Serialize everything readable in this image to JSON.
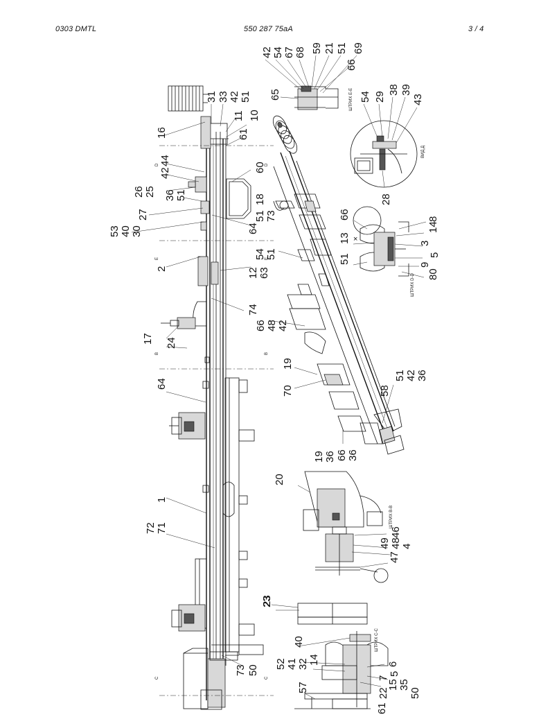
{
  "header": {
    "left": "0303 DMTL",
    "center": "550 287 75aA",
    "right": "3 /   4"
  },
  "main_view": {
    "labels": [
      "16",
      "31",
      "33",
      "42",
      "51",
      "11",
      "10",
      "61",
      "44",
      "42",
      "26",
      "25",
      "36",
      "51",
      "27",
      "53",
      "40",
      "30",
      "60",
      "51",
      "18",
      "73",
      "64",
      "2",
      "54",
      "51",
      "12",
      "63",
      "74",
      "17",
      "24",
      "66",
      "48",
      "42",
      "19",
      "70",
      "64",
      "1",
      "72",
      "71",
      "23",
      "73",
      "50"
    ],
    "section_marks": [
      "D",
      "D",
      "E",
      "E",
      "B",
      "B",
      "C",
      "C"
    ]
  },
  "views": {
    "e": {
      "caption": "ШТРИХ Е-Е",
      "labels": [
        "42",
        "54",
        "67",
        "68",
        "59",
        "21",
        "51",
        "66",
        "69",
        "65"
      ]
    },
    "d_detail": {
      "caption": "ВИД Д",
      "labels": [
        "54",
        "29",
        "38",
        "39",
        "43",
        "28"
      ]
    },
    "d": {
      "caption": "ШТРИХ D-D",
      "labels": [
        "66",
        "8",
        "14",
        "13",
        "3",
        "51",
        "5",
        "9",
        "80"
      ]
    },
    "iso": {
      "labels": [
        "51",
        "42",
        "36",
        "58",
        "66",
        "36"
      ]
    },
    "b": {
      "caption": "ШТРИХ В-В",
      "labels": [
        "20",
        "46",
        "49",
        "48",
        "4",
        "47"
      ]
    },
    "c": {
      "caption": "ШТРИХ С-С",
      "labels": [
        "23",
        "40",
        "52",
        "41",
        "32",
        "14",
        "6",
        "7",
        "5",
        "15",
        "35",
        "22",
        "50",
        "61",
        "57"
      ]
    }
  }
}
